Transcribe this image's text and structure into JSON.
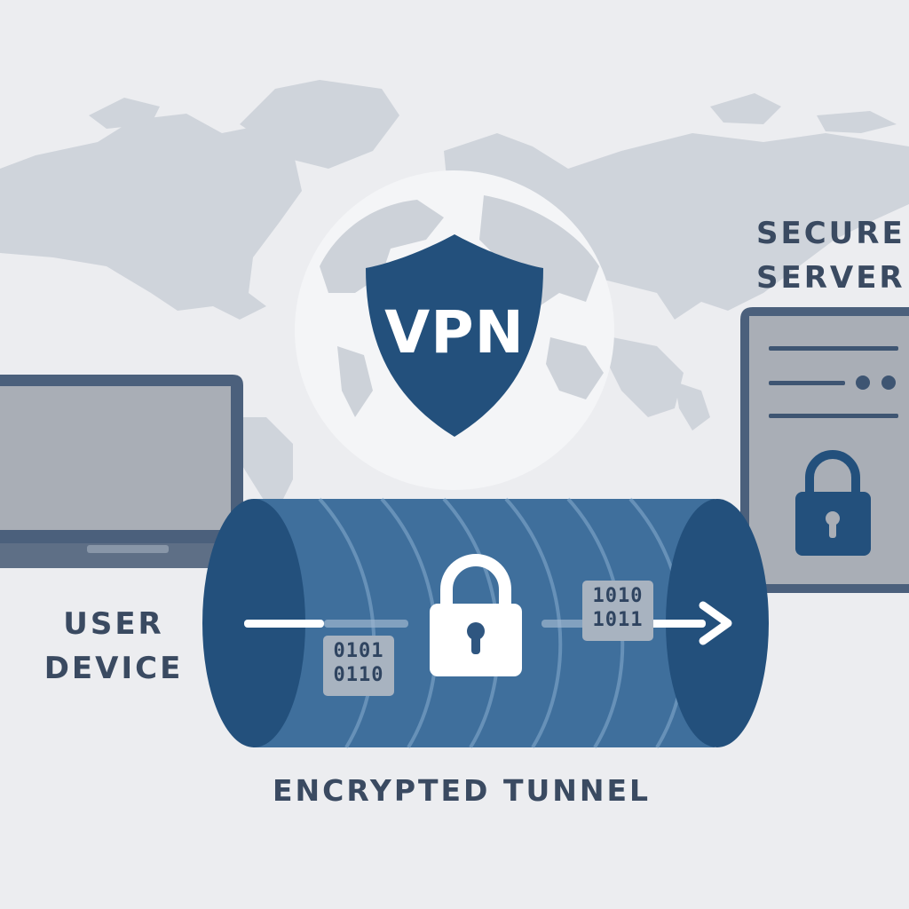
{
  "labels": {
    "user_device_line1": "USER",
    "user_device_line2": "DEVICE",
    "secure_server_line1": "SECURE",
    "secure_server_line2": "SERVER",
    "encrypted_tunnel": "ENCRYPTED TUNNEL",
    "vpn": "VPN"
  },
  "packets": {
    "left_line1": "0101",
    "left_line2": "0110",
    "right_line1": "1010",
    "right_line2": "1011"
  },
  "colors": {
    "background": "#ecedf0",
    "map": "#cfd4db",
    "primary_blue": "#23507c",
    "tunnel_blue": "#3f6f9c",
    "device_gray": "#a9aeb6",
    "text": "#3a4a61"
  },
  "icons": [
    "world-map",
    "globe-icon",
    "shield-icon",
    "laptop-icon",
    "server-icon",
    "lock-icon",
    "arrow-right-icon"
  ]
}
